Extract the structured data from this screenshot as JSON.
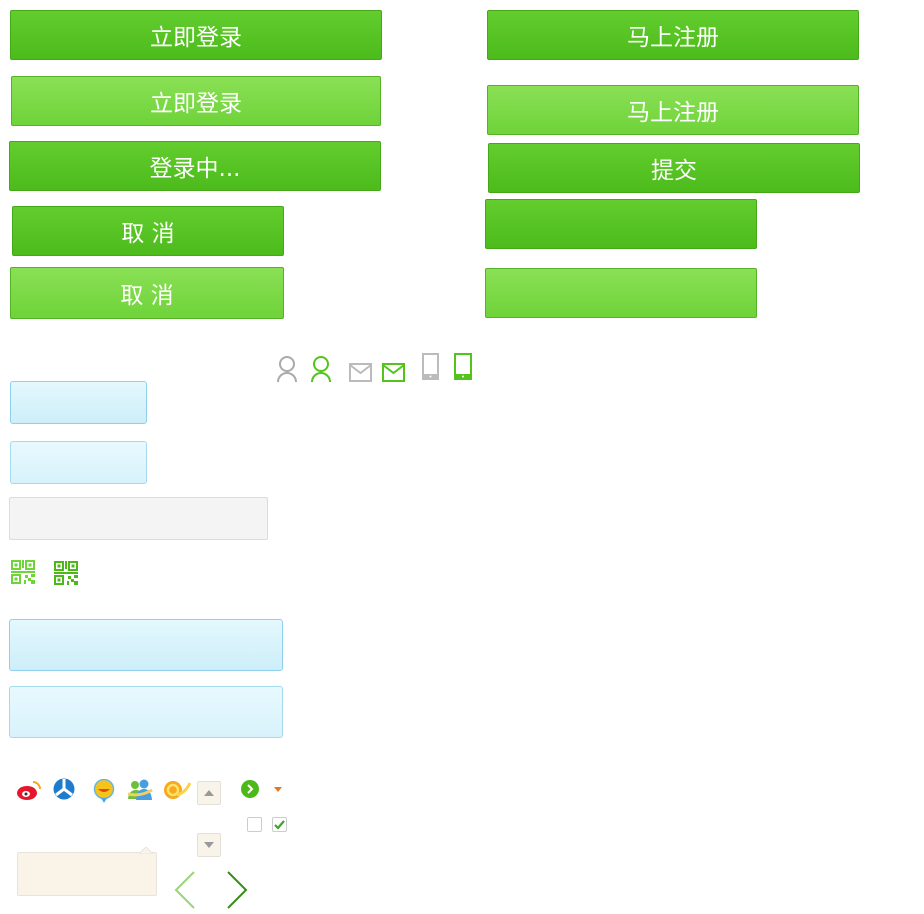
{
  "buttons": {
    "login": "立即登录",
    "login_hover": "立即登录",
    "logging_in": "登录中...",
    "cancel": "取 消",
    "cancel_hover": "取 消",
    "register": "马上注册",
    "register_hover": "马上注册",
    "submit": "提交"
  },
  "colors": {
    "green": "#52c41a",
    "light_green": "#7ed84a",
    "input_blue": "#d4f1fb",
    "tooltip": "#faf3e8"
  }
}
